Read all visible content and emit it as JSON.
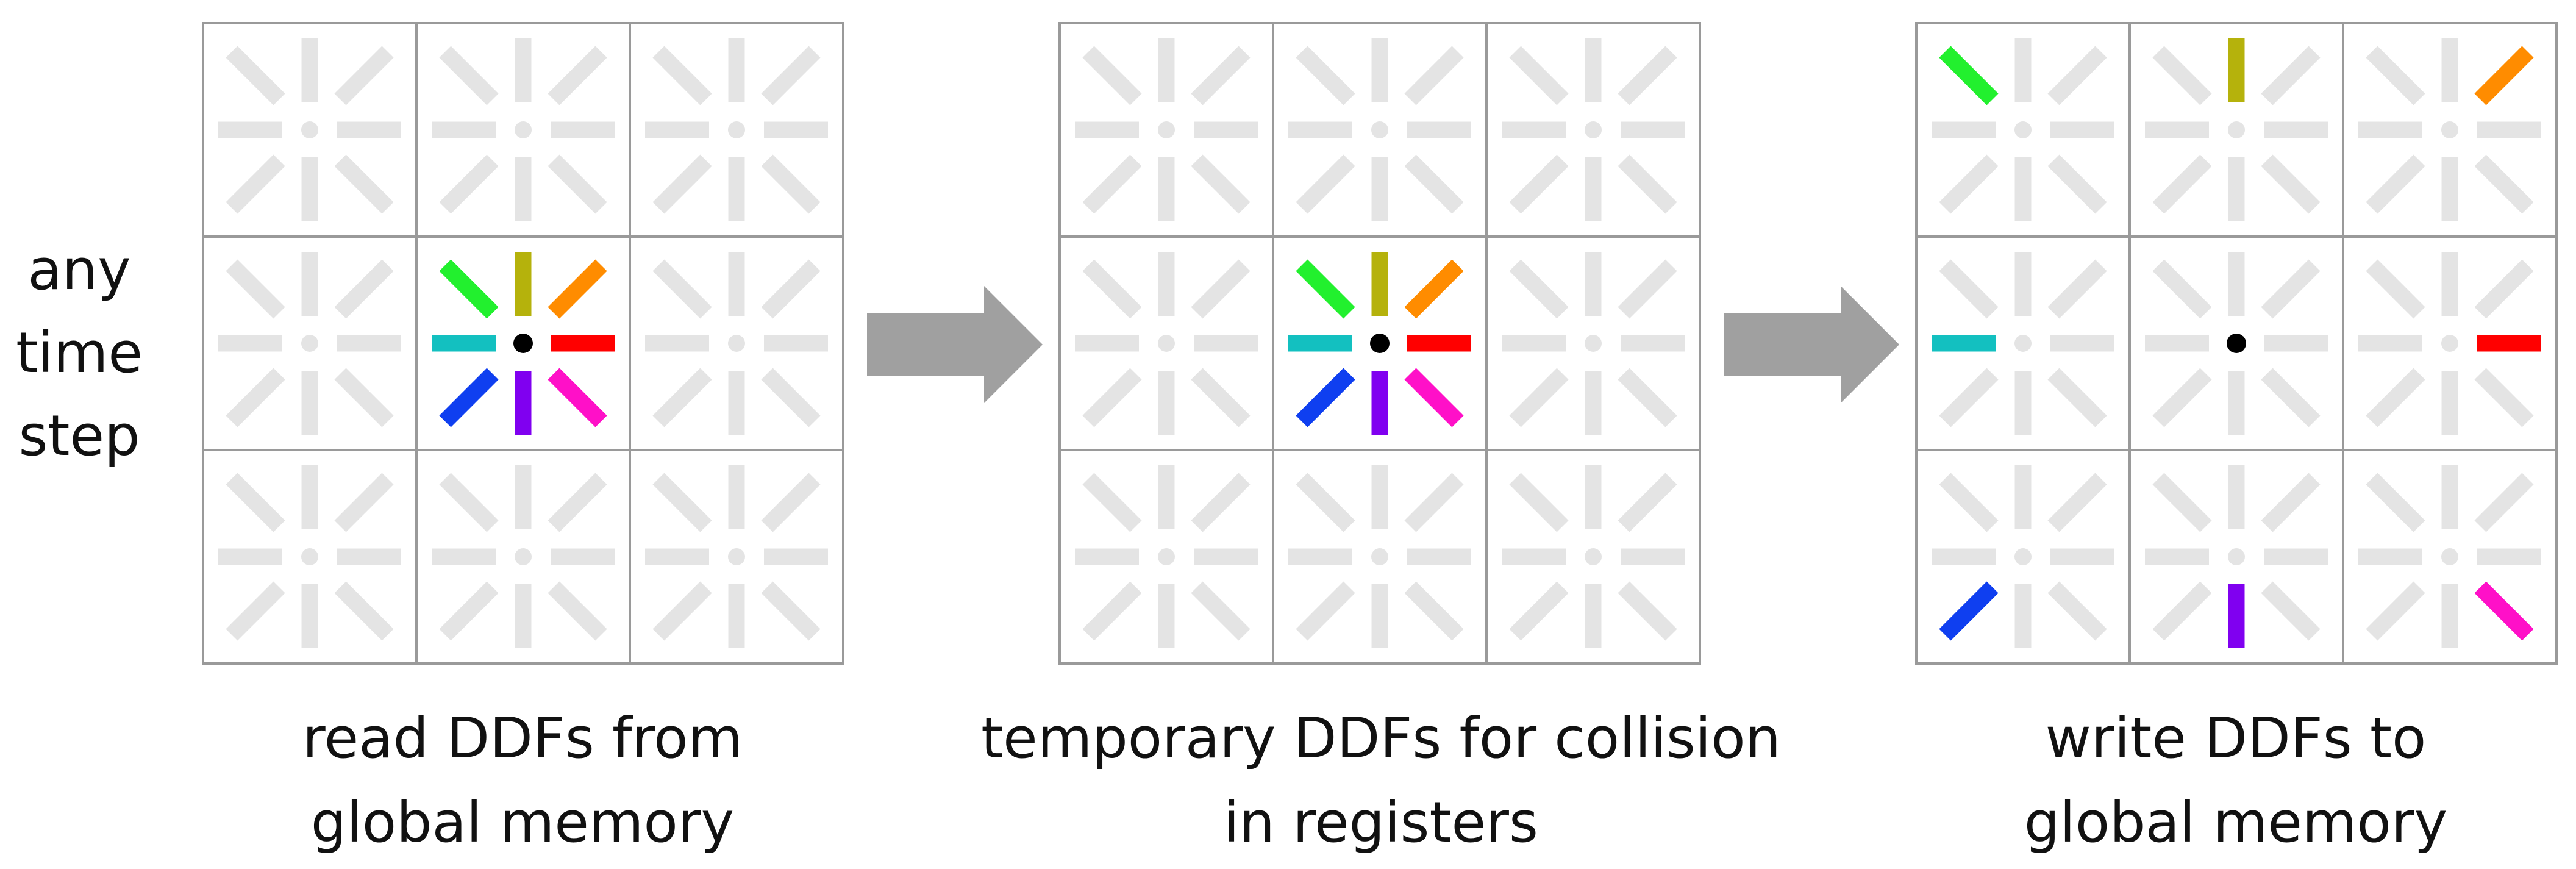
{
  "side_label": [
    "any",
    "time",
    "step"
  ],
  "panels": [
    {
      "caption": [
        "read DDFs from",
        "global memory"
      ],
      "mode": "center"
    },
    {
      "caption": [
        "temporary DDFs for collision",
        "in registers"
      ],
      "mode": "center"
    },
    {
      "caption": [
        "write DDFs to",
        "global memory"
      ],
      "mode": "stream"
    }
  ],
  "directions": [
    {
      "name": "east",
      "color": "#ff0000"
    },
    {
      "name": "north-east",
      "color": "#ff8c00"
    },
    {
      "name": "north",
      "color": "#b5b20c"
    },
    {
      "name": "north-west",
      "color": "#22f02e"
    },
    {
      "name": "west",
      "color": "#13c0c0"
    },
    {
      "name": "south-west",
      "color": "#0f3ff0"
    },
    {
      "name": "south",
      "color": "#8000f0"
    },
    {
      "name": "south-east",
      "color": "#ff10c8"
    }
  ],
  "colors": {
    "grid_line": "#9a9a9a",
    "inactive_stub": "#e4e4e4",
    "arrow": "#a0a0a0",
    "center_node": "#000000"
  }
}
